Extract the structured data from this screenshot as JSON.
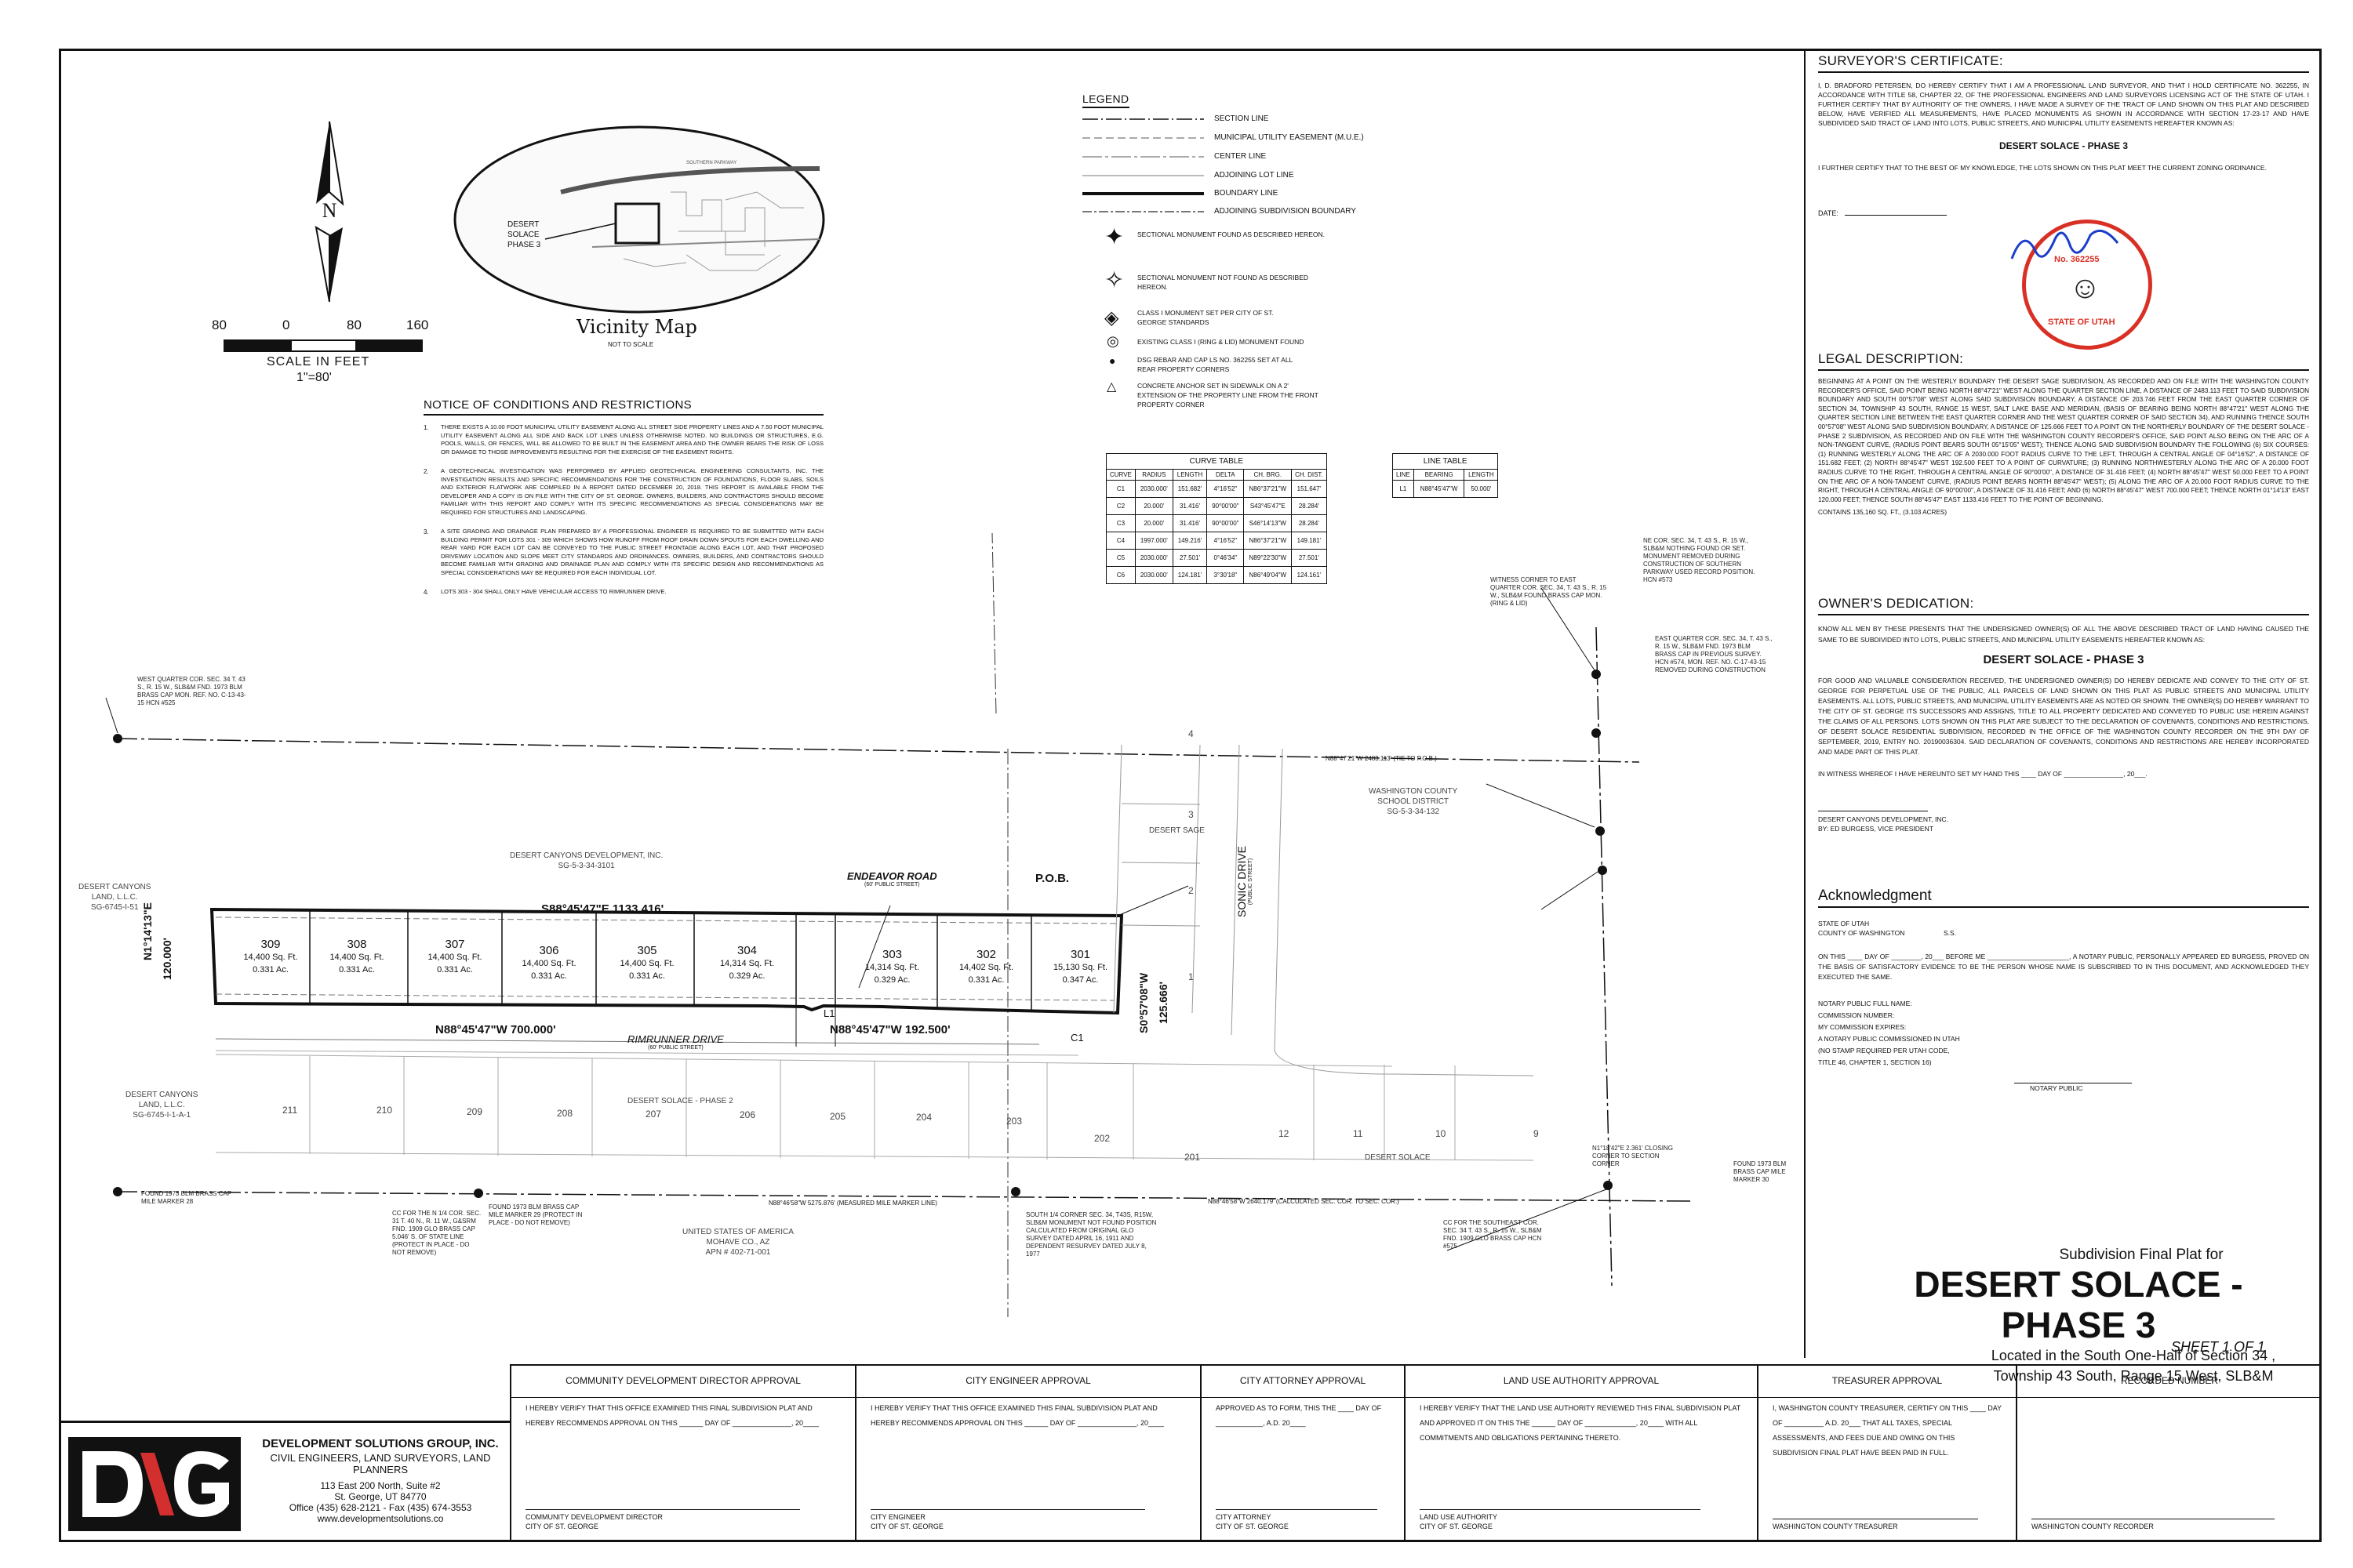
{
  "north_arrow": {
    "letter": "N"
  },
  "scale_bar": {
    "ticks": [
      "80",
      "0",
      "80",
      "160"
    ],
    "label": "SCALE IN FEET",
    "ratio": "1\"=80'"
  },
  "vicinity_map": {
    "title": "Vicinity Map",
    "subtitle": "NOT TO SCALE",
    "site_label": [
      "DESERT",
      "SOLACE",
      "PHASE 3"
    ],
    "road_label": "SOUTHERN PARKWAY"
  },
  "notice": {
    "title": "NOTICE OF CONDITIONS AND RESTRICTIONS",
    "items": [
      {
        "num": "1.",
        "text": "THERE EXISTS A 10.00 FOOT MUNICIPAL UTILITY EASEMENT ALONG ALL STREET SIDE PROPERTY LINES AND A 7.50 FOOT MUNICIPAL UTILITY EASEMENT ALONG ALL SIDE AND BACK LOT LINES UNLESS OTHERWISE NOTED. NO BUILDINGS OR STRUCTURES, E.G. POOLS, WALLS, OR FENCES, WILL BE ALLOWED TO BE BUILT IN THE EASEMENT AREA AND THE OWNER BEARS THE RISK OF LOSS OR DAMAGE TO THOSE IMPROVEMENTS RESULTING FOR THE EXERCISE OF THE EASEMENT RIGHTS."
      },
      {
        "num": "2.",
        "text": "A GEOTECHNICAL INVESTIGATION WAS PERFORMED BY APPLIED GEOTECHNICAL ENGINEERING CONSULTANTS, INC. THE INVESTIGATION RESULTS AND SPECIFIC RECOMMENDATIONS FOR THE CONSTRUCTION OF FOUNDATIONS, FLOOR SLABS, SOILS AND EXTERIOR FLATWORK ARE COMPILED IN A REPORT DATED DECEMBER 20, 2018. THIS REPORT IS AVAILABLE FROM THE DEVELOPER AND A COPY IS ON FILE WITH THE CITY OF ST. GEORGE. OWNERS, BUILDERS, AND CONTRACTORS SHOULD BECOME FAMILIAR WITH THIS REPORT AND COMPLY WITH ITS SPECIFIC RECOMMENDATIONS AS SPECIAL CONSIDERATIONS MAY BE REQUIRED FOR STRUCTURES AND LANDSCAPING."
      },
      {
        "num": "3.",
        "text": "A SITE GRADING AND DRAINAGE PLAN PREPARED BY A PROFESSIONAL ENGINEER IS REQUIRED TO BE SUBMITTED WITH EACH BUILDING PERMIT FOR LOTS 301 - 309 WHICH SHOWS HOW RUNOFF FROM ROOF DRAIN DOWN SPOUTS FOR EACH DWELLING AND REAR YARD FOR EACH LOT CAN BE CONVEYED TO THE PUBLIC STREET FRONTAGE ALONG EACH LOT, AND THAT PROPOSED DRIVEWAY LOCATION AND SLOPE MEET CITY STANDARDS AND ORDINANCES. OWNERS, BUILDERS, AND CONTRACTORS SHOULD BECOME FAMILIAR WITH GRADING AND DRAINAGE PLAN AND COMPLY WITH ITS SPECIFIC DESIGN AND RECOMMENDATIONS AS SPECIAL CONSIDERATIONS MAY BE REQUIRED FOR EACH INDIVIDUAL LOT."
      },
      {
        "num": "4.",
        "text": "LOTS 303 - 304 SHALL ONLY HAVE VEHICULAR ACCESS TO RIMRUNNER DRIVE."
      }
    ]
  },
  "legend": {
    "title": "LEGEND",
    "lines": [
      "SECTION LINE",
      "MUNICIPAL UTILITY EASEMENT (M.U.E.)",
      "CENTER LINE",
      "ADJOINING LOT LINE",
      "BOUNDARY LINE",
      "ADJOINING SUBDIVISION BOUNDARY"
    ],
    "symbols": [
      "SECTIONAL MONUMENT FOUND AS DESCRIBED HEREON.",
      "SECTIONAL MONUMENT NOT FOUND AS DESCRIBED HEREON.",
      "CLASS I MONUMENT SET PER CITY OF ST. GEORGE STANDARDS",
      "EXISTING CLASS I (RING & LID) MONUMENT FOUND",
      "DSG REBAR AND CAP LS NO. 362255 SET AT ALL REAR PROPERTY CORNERS",
      "CONCRETE ANCHOR SET IN SIDEWALK ON A 2' EXTENSION OF THE PROPERTY LINE FROM THE FRONT PROPERTY CORNER"
    ]
  },
  "curve_table": {
    "title": "CURVE TABLE",
    "headers": [
      "CURVE",
      "RADIUS",
      "LENGTH",
      "DELTA",
      "CH. BRG.",
      "CH. DIST."
    ],
    "rows": [
      [
        "C1",
        "2030.000'",
        "151.682'",
        "4°16'52\"",
        "N86°37'21\"W",
        "151.647'"
      ],
      [
        "C2",
        "20.000'",
        "31.416'",
        "90°00'00\"",
        "S43°45'47\"E",
        "28.284'"
      ],
      [
        "C3",
        "20.000'",
        "31.416'",
        "90°00'00\"",
        "S46°14'13\"W",
        "28.284'"
      ],
      [
        "C4",
        "1997.000'",
        "149.216'",
        "4°16'52\"",
        "N86°37'21\"W",
        "149.181'"
      ],
      [
        "C5",
        "2030.000'",
        "27.501'",
        "0°46'34\"",
        "N89°22'30\"W",
        "27.501'"
      ],
      [
        "C6",
        "2030.000'",
        "124.181'",
        "3°30'18\"",
        "N86°49'04\"W",
        "124.161'"
      ]
    ]
  },
  "line_table": {
    "title": "LINE TABLE",
    "headers": [
      "LINE",
      "BEARING",
      "LENGTH"
    ],
    "rows": [
      [
        "L1",
        "N88°45'47\"W",
        "50.000'"
      ]
    ]
  },
  "plan": {
    "lots": [
      {
        "num": "309",
        "area": "14,400 Sq. Ft.",
        "acres": "0.331 Ac."
      },
      {
        "num": "308",
        "area": "14,400 Sq. Ft.",
        "acres": "0.331 Ac."
      },
      {
        "num": "307",
        "area": "14,400 Sq. Ft.",
        "acres": "0.331 Ac."
      },
      {
        "num": "306",
        "area": "14,400 Sq. Ft.",
        "acres": "0.331 Ac."
      },
      {
        "num": "305",
        "area": "14,400 Sq. Ft.",
        "acres": "0.331 Ac."
      },
      {
        "num": "304",
        "area": "14,314 Sq. Ft.",
        "acres": "0.329 Ac."
      },
      {
        "num": "303",
        "area": "14,314 Sq. Ft.",
        "acres": "0.329 Ac."
      },
      {
        "num": "302",
        "area": "14,402 Sq. Ft.",
        "acres": "0.331 Ac."
      },
      {
        "num": "301",
        "area": "15,130 Sq. Ft.",
        "acres": "0.347 Ac."
      }
    ],
    "bearings": {
      "north_line": "S88°45'47\"E  1133.416'",
      "west_line": "N1°14'13\"E",
      "west_dist": "120.000'",
      "east_line": "S0°57'08\"W",
      "east_dist": "125.666'",
      "south_line_w": "N88°45'47\"W  700.000'",
      "south_line_e": "N88°45'47\"W  192.500'",
      "section_line": "N88°47'21\"W  2483.113' (TIE TO P.O.B.)",
      "bottom_line": "N88°46'58\"W  5275.876' (MEASURED MILE MARKER LINE)",
      "bottom_line_e": "N88°46'58\"W  2640.179' (CALCULATED SEC. COR. TO SEC. COR.)"
    },
    "labels": {
      "endeavor": "ENDEAVOR ROAD",
      "endeavor_sub": "(60' PUBLIC STREET)",
      "pob": "P.O.B.",
      "rimrunner": "RIMRUNNER DRIVE",
      "rimrunner_sub": "(60' PUBLIC STREET)",
      "sonic": "SONIC DRIVE",
      "sonic_sub": "(PUBLIC STREET)",
      "desert_canyons_dev": "DESERT CANYONS DEVELOPMENT, INC.",
      "desert_canyons_dev_apn": "SG-5-3-34-3101",
      "desert_canyons_llc": "DESERT CANYONS\nLAND, L.L.C.\nSG-6745-I-51",
      "desert_canyons_llc2": "DESERT CANYONS\nLAND, L.L.C.\nSG-6745-I-1-A-1",
      "desert_sage": "DESERT SAGE",
      "school": "WASHINGTON COUNTY\nSCHOOL DISTRICT\nSG-5-3-34-132",
      "phase2": "DESERT SOLACE - PHASE 2",
      "desert_solace": "DESERT SOLACE",
      "usa": "UNITED STATES OF AMERICA\nMOHAVE CO., AZ\nAPN # 402-71-001",
      "l1": "L1",
      "c1": "C1"
    },
    "adj_lots": [
      "211",
      "210",
      "209",
      "208",
      "207",
      "206",
      "205",
      "204",
      "203",
      "202",
      "201",
      "12",
      "11",
      "10",
      "9"
    ],
    "sage_lots": [
      "4",
      "3",
      "2",
      "1"
    ],
    "notes": [
      "WEST QUARTER COR. SEC. 34 T. 43 S., R. 15 W., SLB&M FND. 1973 BLM BRASS CAP MON. REF. NO. C-13-43-15 HCN #525",
      "NE COR. SEC. 34, T. 43 S., R. 15 W., SLB&M NOTHING FOUND OR SET. MONUMENT REMOVED DURING CONSTRUCTION OF SOUTHERN PARKWAY USED RECORD POSITION. HCN #573",
      "WITNESS CORNER TO EAST QUARTER COR. SEC. 34, T. 43 S., R. 15 W., SLB&M FOUND BRASS CAP MON. (RING & LID)",
      "EAST QUARTER COR. SEC. 34, T. 43 S., R. 15 W., SLB&M FND. 1973 BLM BRASS CAP IN PREVIOUS SURVEY. HCN #574, MON. REF. NO. C-17-43-15 REMOVED DURING CONSTRUCTION",
      "SOUTH 1/4 CORNER SEC. 34, T43S, R15W, SLB&M MONUMENT NOT FOUND POSITION CALCULATED FROM ORIGINAL GLO SURVEY DATED APRIL 16, 1911 AND DEPENDENT RESURVEY DATED JULY 8, 1977",
      "CC FOR THE SOUTHEAST COR. SEC. 34 T. 43 S., R. 15 W., SLB&M FND. 1909 GLO BRASS CAP HCN #575",
      "FOUND 1973 BLM BRASS CAP MILE MARKER 28",
      "CC FOR THE N 1/4 COR. SEC. 31 T. 40 N., R. 11 W., G&SRM FND. 1909 GLO BRASS CAP 5.046' S. OF STATE LINE (PROTECT IN PLACE - DO NOT REMOVE)",
      "FOUND 1973 BLM BRASS CAP MILE MARKER 29 (PROTECT IN PLACE - DO NOT REMOVE)",
      "FOUND 1973 BLM BRASS CAP MILE MARKER 30",
      "N1°18'42\"E 2.361' CLOSING CORNER TO SECTION CORNER"
    ]
  },
  "surveyor": {
    "title": "SURVEYOR'S CERTIFICATE:",
    "text1": "I, D. BRADFORD PETERSEN, DO HEREBY CERTIFY THAT I AM A PROFESSIONAL LAND SURVEYOR, AND THAT I HOLD CERTIFICATE NO. 362255, IN ACCORDANCE WITH TITLE 58, CHAPTER 22, OF THE PROFESSIONAL ENGINEERS AND LAND SURVEYORS LICENSING ACT OF THE STATE OF UTAH. I FURTHER CERTIFY THAT BY AUTHORITY OF THE OWNERS, I HAVE MADE A SURVEY OF THE TRACT OF LAND SHOWN ON THIS PLAT AND DESCRIBED BELOW, HAVE VERIFIED ALL MEASUREMENTS, HAVE PLACED MONUMENTS AS SHOWN IN ACCORDANCE WITH SECTION 17-23-17 AND HAVE SUBDIVIDED SAID TRACT OF LAND INTO LOTS, PUBLIC STREETS, AND MUNICIPAL UTILITY EASEMENTS HEREAFTER KNOWN AS:",
    "name": "DESERT SOLACE - PHASE 3",
    "text2": "I FURTHER CERTIFY THAT TO THE BEST OF MY KNOWLEDGE, THE LOTS SHOWN ON THIS PLAT MEET THE CURRENT ZONING ORDINANCE.",
    "date": "DATE:",
    "stamp_no": "No. 362255",
    "stamp_state": "STATE OF UTAH"
  },
  "legal": {
    "title": "LEGAL DESCRIPTION:",
    "text": "BEGINNING AT A POINT ON THE WESTERLY BOUNDARY THE DESERT SAGE SUBDIVISION, AS RECORDED AND ON FILE WITH THE WASHINGTON COUNTY RECORDER'S OFFICE, SAID POINT BEING NORTH 88°47'21\" WEST ALONG THE QUARTER SECTION LINE, A DISTANCE OF 2483.113 FEET TO SAID SUBDIVISION BOUNDARY AND SOUTH 00°57'08\" WEST ALONG SAID SUBDIVISION BOUNDARY, A DISTANCE OF 203.746 FEET FROM THE EAST QUARTER CORNER OF SECTION 34, TOWNSHIP 43 SOUTH, RANGE 15 WEST, SALT LAKE BASE AND MERIDIAN, (BASIS OF BEARING BEING NORTH 88°47'21\" WEST ALONG THE QUARTER SECTION LINE BETWEEN THE EAST QUARTER CORNER AND THE WEST QUARTER CORNER OF SAID SECTION 34), AND RUNNING THENCE SOUTH 00°57'08\" WEST ALONG SAID SUBDIVISION BOUNDARY, A DISTANCE OF 125.666 FEET TO A POINT ON THE NORTHERLY BOUNDARY OF THE DESERT SOLACE - PHASE 2 SUBDIVISION, AS RECORDED AND ON FILE WITH THE WASHINGTON COUNTY RECORDER'S OFFICE, SAID POINT ALSO BEING ON THE ARC OF A NON-TANGENT CURVE, (RADIUS POINT BEARS SOUTH 05°15'05\" WEST); THENCE ALONG SAID SUBDIVISION BOUNDARY THE FOLLOWING (6) SIX COURSES: (1) RUNNING WESTERLY ALONG THE ARC OF A 2030.000 FOOT RADIUS CURVE TO THE LEFT, THROUGH A CENTRAL ANGLE OF 04°16'52\", A DISTANCE OF 151.682 FEET; (2) NORTH 88°45'47\" WEST 192.500 FEET TO A POINT OF CURVATURE; (3) RUNNING NORTHWESTERLY ALONG THE ARC OF A 20.000 FOOT RADIUS CURVE TO THE RIGHT, THROUGH A CENTRAL ANGLE OF 90°00'00\", A DISTANCE OF 31.416 FEET; (4) NORTH 88°45'47\" WEST 50.000 FEET TO A POINT ON THE ARC OF A NON-TANGENT CURVE, (RADIUS POINT BEARS NORTH 88°45'47\" WEST); (5) ALONG THE ARC OF A 20.000 FOOT RADIUS CURVE TO THE RIGHT, THROUGH A CENTRAL ANGLE OF 90°00'00\", A DISTANCE OF 31.416 FEET; AND (6) NORTH 88°45'47\" WEST 700.000 FEET; THENCE NORTH 01°14'13\" EAST 120.000 FEET; THENCE SOUTH 88°45'47\" EAST 1133.416 FEET TO THE POINT OF BEGINNING.",
    "contains": "CONTAINS 135,160 SQ. FT., (3.103 ACRES)"
  },
  "owners": {
    "title": "OWNER'S DEDICATION:",
    "text1": "KNOW ALL MEN BY THESE PRESENTS THAT THE UNDERSIGNED OWNER(S) OF ALL THE ABOVE DESCRIBED TRACT OF LAND HAVING CAUSED THE SAME TO BE SUBDIVIDED INTO LOTS, PUBLIC STREETS, AND MUNICIPAL UTILITY EASEMENTS HEREAFTER KNOWN AS:",
    "name": "DESERT SOLACE - PHASE 3",
    "text2": "FOR GOOD AND VALUABLE CONSIDERATION RECEIVED, THE UNDERSIGNED OWNER(S) DO HEREBY DEDICATE AND CONVEY TO THE CITY OF ST. GEORGE FOR PERPETUAL USE OF THE PUBLIC, ALL PARCELS OF LAND SHOWN ON THIS PLAT AS PUBLIC STREETS AND MUNICIPAL UTILITY EASEMENTS. ALL LOTS, PUBLIC STREETS, AND MUNICIPAL UTILITY EASEMENTS ARE AS NOTED OR SHOWN. THE OWNER(S) DO HEREBY WARRANT TO THE CITY OF ST. GEORGE ITS SUCCESSORS AND ASSIGNS, TITLE TO ALL PROPERTY DEDICATED AND CONVEYED TO PUBLIC USE HEREIN AGAINST THE CLAIMS OF ALL PERSONS. LOTS SHOWN ON THIS PLAT ARE SUBJECT TO THE DECLARATION OF COVENANTS, CONDITIONS AND RESTRICTIONS, OF DESERT SOLACE RESIDENTIAL SUBDIVISION, RECORDED IN THE OFFICE OF THE WASHINGTON COUNTY RECORDER ON THE 9TH DAY OF SEPTEMBER, 2019, ENTRY NO. 20190036304. SAID DECLARATION OF COVENANTS, CONDITIONS AND RESTRICTIONS ARE HEREBY INCORPORATED AND MADE PART OF THIS PLAT.",
    "witness": "IN WITNESS WHEREOF I HAVE HEREUNTO SET MY HAND THIS ____ DAY OF ________________, 20___.",
    "company": "DESERT CANYONS DEVELOPMENT, INC.",
    "by": "BY: ED BURGESS, VICE PRESIDENT"
  },
  "ack": {
    "title": "Acknowledgment",
    "state": "STATE OF UTAH",
    "county": "COUNTY OF WASHINGTON",
    "ss": "S.S.",
    "text": "ON THIS ____ DAY OF ________, 20___ BEFORE ME ______________________, A NOTARY PUBLIC, PERSONALLY APPEARED ED BURGESS, PROVED ON THE BASIS OF SATISFACTORY EVIDENCE TO BE THE PERSON WHOSE NAME IS SUBSCRIBED TO IN THIS DOCUMENT, AND ACKNOWLEDGED THEY EXECUTED THE SAME.",
    "fields": [
      "NOTARY PUBLIC FULL NAME:",
      "COMMISSION NUMBER:",
      "MY COMMISSION EXPIRES:",
      "A NOTARY PUBLIC COMMISSIONED IN UTAH",
      "(NO STAMP REQUIRED PER UTAH CODE,",
      "TITLE 46, CHAPTER 1, SECTION 16)"
    ],
    "notary": "NOTARY PUBLIC"
  },
  "title_block": {
    "pre": "Subdivision Final Plat for",
    "name": "DESERT SOLACE - PHASE 3",
    "loc1": "Located in the South One-Half of Section 34 ,",
    "loc2": "Township 43 South, Range 15 West, SLB&M",
    "sheet": "SHEET 1 OF 1"
  },
  "company": {
    "name": "DEVELOPMENT SOLUTIONS GROUP, INC.",
    "tag": "CIVIL ENGINEERS, LAND SURVEYORS, LAND PLANNERS",
    "addr1": "113 East 200 North, Suite #2",
    "addr2": "St. George, UT 84770",
    "phone": "Office (435) 628-2121 - Fax (435) 674-3553",
    "web": "www.developmentsolutions.co"
  },
  "approvals": [
    {
      "head": "COMMUNITY DEVELOPMENT DIRECTOR APPROVAL",
      "body": "I HEREBY VERIFY THAT THIS OFFICE EXAMINED THIS FINAL SUBDIVISION PLAT AND HEREBY RECOMMENDS APPROVAL ON THIS ______ DAY OF _______________, 20____",
      "sig1": "COMMUNITY DEVELOPMENT DIRECTOR",
      "sig2": "CITY OF ST. GEORGE"
    },
    {
      "head": "CITY ENGINEER APPROVAL",
      "body": "I HEREBY VERIFY THAT THIS OFFICE EXAMINED THIS FINAL SUBDIVISION PLAT AND HEREBY RECOMMENDS APPROVAL ON THIS ______ DAY OF _______________, 20____",
      "sig1": "CITY ENGINEER",
      "sig2": "CITY OF ST. GEORGE"
    },
    {
      "head": "CITY ATTORNEY APPROVAL",
      "body": "APPROVED AS TO FORM, THIS THE ____ DAY OF ____________, A.D. 20____",
      "sig1": "CITY ATTORNEY",
      "sig2": "CITY OF ST. GEORGE"
    },
    {
      "head": "LAND USE AUTHORITY APPROVAL",
      "body": "I HEREBY VERIFY THAT THE LAND USE AUTHORITY REVIEWED THIS FINAL SUBDIVISION PLAT AND APPROVED IT ON THIS THE ______ DAY OF _____________, 20____ WITH ALL COMMITMENTS AND OBLIGATIONS PERTAINING THERETO.",
      "sig1": "LAND USE AUTHORITY",
      "sig2": "CITY OF ST. GEORGE"
    },
    {
      "head": "TREASURER APPROVAL",
      "body": "I, WASHINGTON COUNTY TREASURER, CERTIFY ON THIS ____ DAY OF __________ A.D. 20___ THAT ALL TAXES, SPECIAL ASSESSMENTS, AND FEES DUE AND OWING ON THIS SUBDIVISION FINAL PLAT HAVE BEEN PAID IN FULL.",
      "sig1": "WASHINGTON COUNTY TREASURER",
      "sig2": ""
    },
    {
      "head": "RECORDED NUMBER",
      "body": "",
      "sig1": "WASHINGTON COUNTY RECORDER",
      "sig2": ""
    }
  ]
}
